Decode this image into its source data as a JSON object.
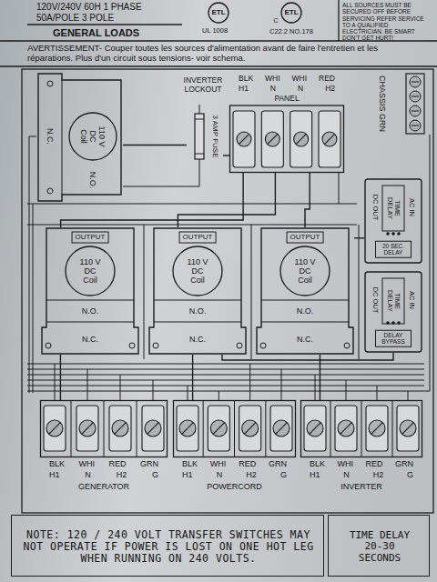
{
  "diagram": {
    "nodes": [
      {
        "text": [
          "110 V DC Coil",
          "N.C.",
          "N.O."
        ]
      },
      {
        "text": [
          "3 AMP FUSE"
        ]
      },
      {
        "text": [
          "BLK WHI WHI RED",
          "H1 N N H2",
          "PANEL"
        ]
      },
      {
        "text": [
          "CHASSIS GRN"
        ]
      },
      {
        "text": [
          "OUTPUT",
          "110 V DC Coil",
          "N.O.",
          "N.C."
        ]
      },
      {
        "text": [
          "OUTPUT",
          "110 V DC Coil",
          "N.O.",
          "N.C."
        ]
      },
      {
        "text": [
          "OUTPUT",
          "110 V DC Coil",
          "N.O.",
          "N.C."
        ]
      },
      {
        "text": [
          "DC OUT",
          "TIME DELAY",
          "AC IN",
          "20 SEC. DELAY"
        ]
      },
      {
        "text": [
          "DC OUT",
          "TIME DELAY",
          "AC IN",
          "DELAY BYPASS"
        ]
      },
      {
        "text": [
          "BLK WHI RED GRN",
          "H1 N H2 G",
          "GENERATOR"
        ]
      },
      {
        "text": [
          "BLK WHI RED GRN",
          "H1 N H2 G",
          "POWERCORD"
        ]
      },
      {
        "text": [
          "BLK WHI RED GRN",
          "H1 N H2 G",
          "INVERTER"
        ]
      },
      {
        "text": [
          "NOTE: 120 / 240 VOLT TRANSFER SWITCHES MAY NOT OPERATE IF POWER IS LOST ON ONE HOT LEG WHEN RUNNING ON 240 VOLTS."
        ]
      },
      {
        "text": [
          "TIME DELAY 20-30 SECONDS"
        ]
      }
    ],
    "edges": [
      {
        "from": 0,
        "to": 1,
        "arrow": "none"
      },
      {
        "from": 1,
        "to": 2,
        "arrow": "none"
      },
      {
        "from": 4,
        "to": 2,
        "arrow": "none"
      },
      {
        "from": 5,
        "to": 2,
        "arrow": "none"
      },
      {
        "from": 6,
        "to": 2,
        "arrow": "none"
      },
      {
        "from": 7,
        "to": 6,
        "arrow": "none"
      },
      {
        "from": 8,
        "to": 5,
        "arrow": "none"
      },
      {
        "from": 9,
        "to": 4,
        "arrow": "none"
      },
      {
        "from": 10,
        "to": 5,
        "arrow": "none"
      },
      {
        "from": 11,
        "to": 6,
        "arrow": "none"
      }
    ],
    "labels": [
      "120V/240V 60H 1 PHASE",
      "50A/POLE 3 POLE",
      "GENERAL LOADS",
      "ETL",
      "ETL",
      "C",
      "UL 1008",
      "C22.2 NO.178",
      "ALL SOURCES MUST BE SECURED OFF BEFORE SERVICING REFER SERVICE TO A QUALIFIED ELECTRICIAN. BE SMART DON'T GET HURT!",
      "AVERTISSEMENT- Couper toutes les sources d'alimentation avant de faire l'entretien et les réparations. Plus d'un circuit sous tensions- voir schema.",
      "INVERTER LOCKOUT"
    ]
  }
}
